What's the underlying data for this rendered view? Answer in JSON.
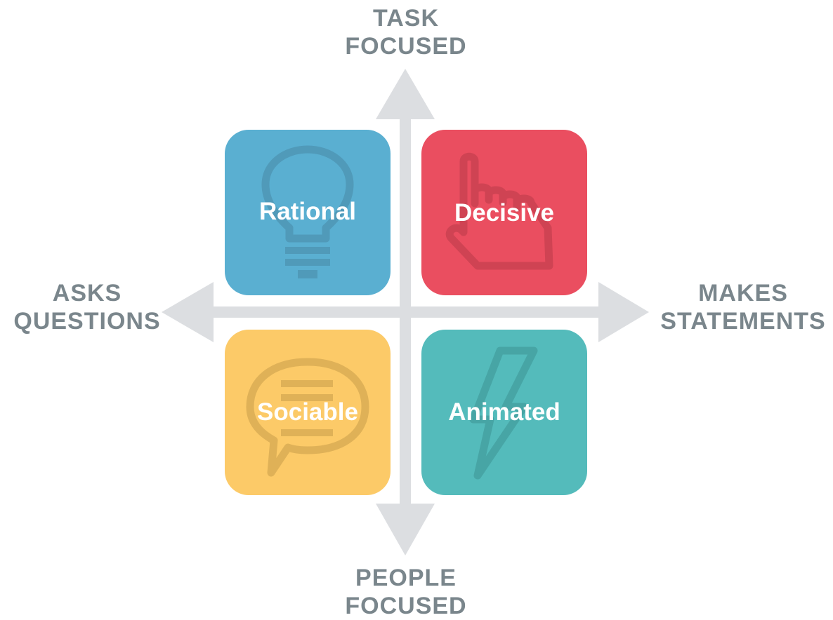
{
  "axes": {
    "top": [
      "TASK",
      "FOCUSED"
    ],
    "bottom": [
      "PEOPLE",
      "FOCUSED"
    ],
    "left": [
      "ASKS",
      "QUESTIONS"
    ],
    "right": [
      "MAKES",
      "STATEMENTS"
    ]
  },
  "quadrants": [
    {
      "label": "Rational",
      "color": "#5aafd1",
      "icon": "lightbulb-icon"
    },
    {
      "label": "Decisive",
      "color": "#ea4e60",
      "icon": "pointing-hand-icon"
    },
    {
      "label": "Sociable",
      "color": "#fcca68",
      "icon": "speech-bubble-icon"
    },
    {
      "label": "Animated",
      "color": "#54bbbb",
      "icon": "lightning-bolt-icon"
    }
  ],
  "colors": {
    "axis": "#dcdee1",
    "axis_text": "#7a868c",
    "tile_text": "#ffffff"
  }
}
